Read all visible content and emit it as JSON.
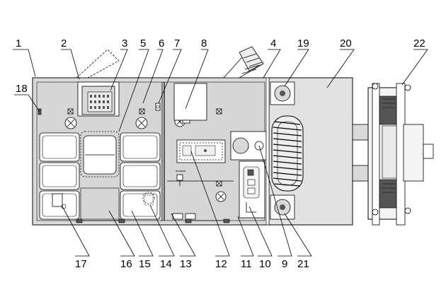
{
  "diagram": {
    "callouts_top": [
      "1",
      "2",
      "3",
      "5",
      "6",
      "7",
      "8",
      "4",
      "19",
      "20",
      "22",
      "18"
    ],
    "callouts_bottom": [
      "17",
      "16",
      "15",
      "14",
      "13",
      "12",
      "11",
      "10",
      "9",
      "21"
    ],
    "inner_label": "drезвая"
  }
}
